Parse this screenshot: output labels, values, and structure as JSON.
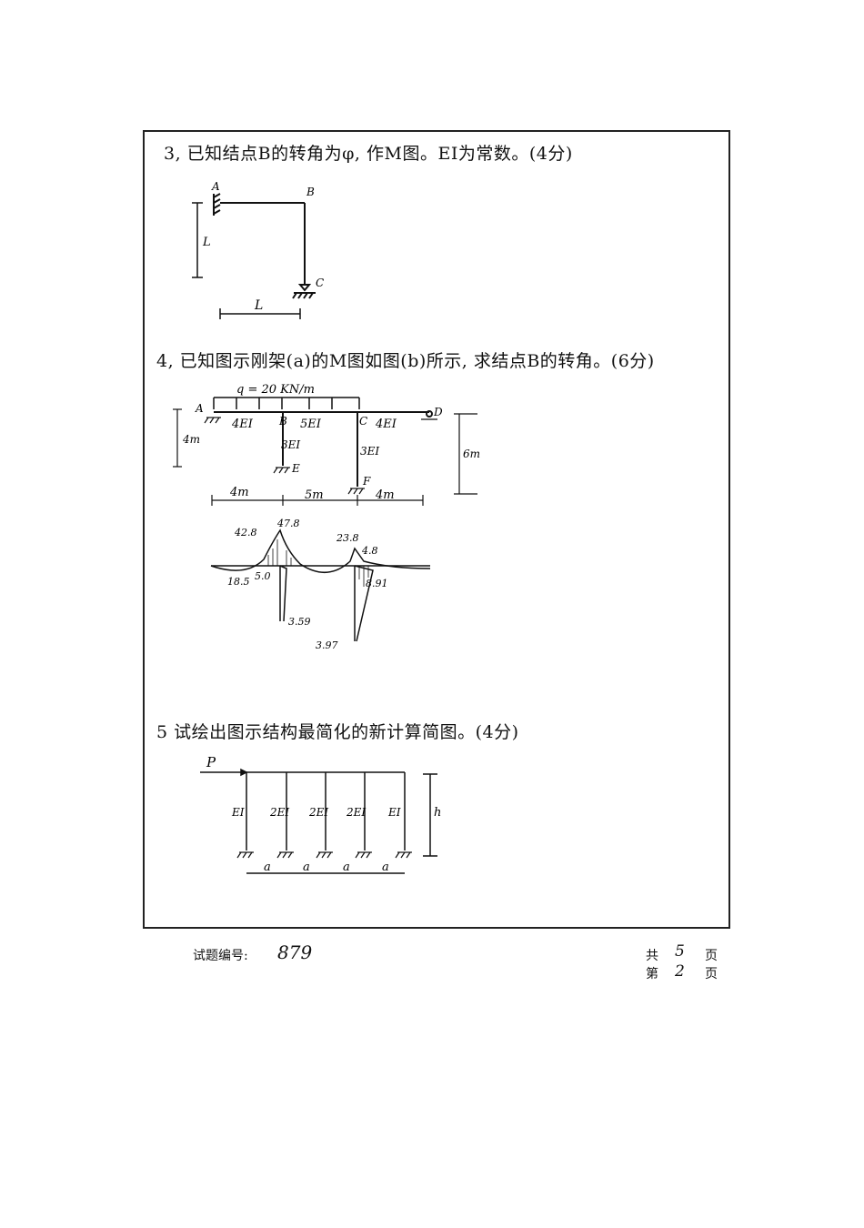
{
  "q3": {
    "text": "3, 已知结点B的转角为φ, 作M图。EI为常数。(4分)",
    "labels": {
      "A": "A",
      "B": "B",
      "C": "C",
      "L_h": "L",
      "L_v": "L"
    }
  },
  "q4": {
    "text": "4, 已知图示刚架(a)的M图如图(b)所示, 求结点B的转角。(6分)",
    "load": "q = 20 KN/m",
    "nodes": {
      "A": "A",
      "B": "B",
      "C": "C",
      "D": "D",
      "E": "E",
      "F": "F"
    },
    "stiffness": {
      "AB": "4EI",
      "BC": "5EI",
      "CD": "4EI",
      "BE": "3EI",
      "CF": "3EI"
    },
    "dims": {
      "left_h": "4m",
      "right_h": "6m",
      "span1": "4m",
      "span2": "5m",
      "span3": "4m"
    },
    "moments": {
      "m1": "42.8",
      "m2": "47.8",
      "m3": "23.8",
      "m4": "4.8",
      "m5": "18.5",
      "m6": "5.0",
      "m7": "8.91",
      "m8": "3.59",
      "m9": "3.97"
    }
  },
  "q5": {
    "text": "5 试绘出图示结构最简化的新计算简图。(4分)",
    "load": "P",
    "columns": [
      "EI",
      "2EI",
      "2EI",
      "2EI",
      "EI"
    ],
    "height": "h",
    "spans": [
      "a",
      "a",
      "a",
      "a"
    ]
  },
  "footer": {
    "code_label": "试题编号:",
    "code_value": "879",
    "total_label": "共",
    "total_value": "5",
    "total_unit": "页",
    "page_label": "第",
    "page_value": "2",
    "page_unit": "页"
  }
}
